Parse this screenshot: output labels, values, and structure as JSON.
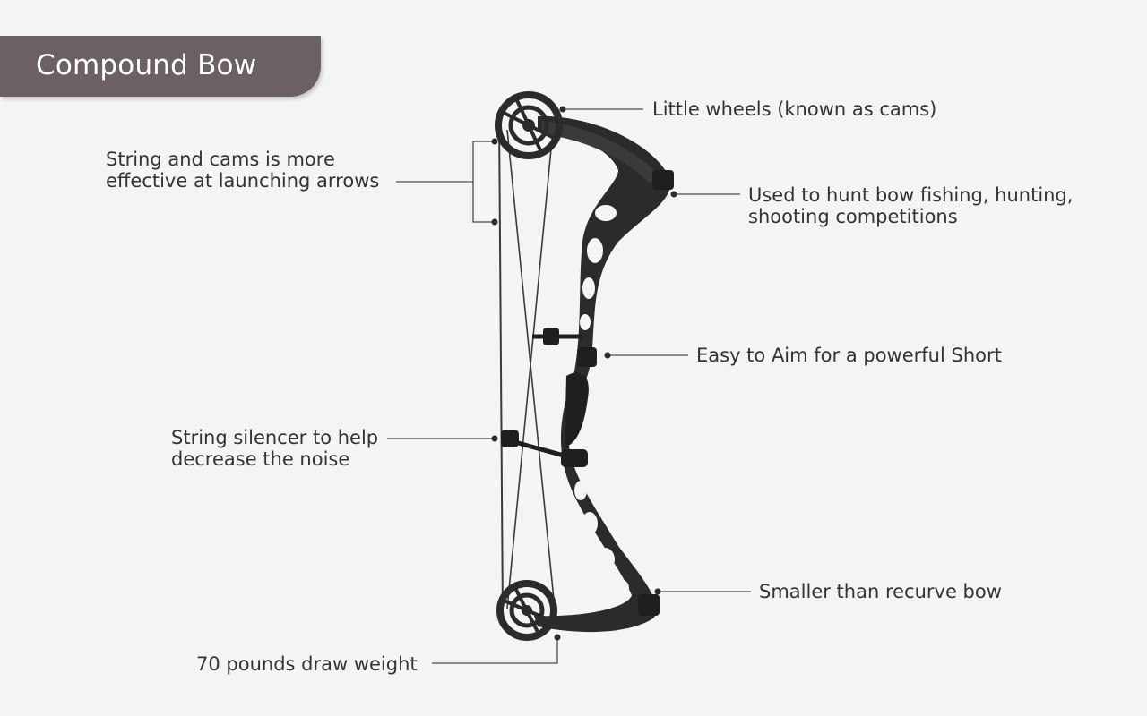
{
  "title": "Compound Bow",
  "labels": {
    "cams": [
      "Little wheels (known as cams)"
    ],
    "string_cams": [
      "String and cams is more",
      "effective at launching arrows"
    ],
    "uses": [
      "Used to hunt bow fishing, hunting,",
      "shooting competitions"
    ],
    "aim": [
      "Easy to Aim for a powerful Short"
    ],
    "silencer": [
      "String silencer to help",
      "decrease the noise"
    ],
    "smaller": [
      "Smaller than recurve bow"
    ],
    "draw_weight": [
      "70 pounds draw weight"
    ]
  },
  "colors": {
    "title_bg": "#6b6064",
    "title_text": "#ffffff",
    "label_text": "#333333",
    "leader_line": "#4a4a4a",
    "bow_body": "#2b2b2d",
    "background": "#f4f4f4"
  },
  "icons": {
    "bow": "compound-bow-illustration"
  }
}
